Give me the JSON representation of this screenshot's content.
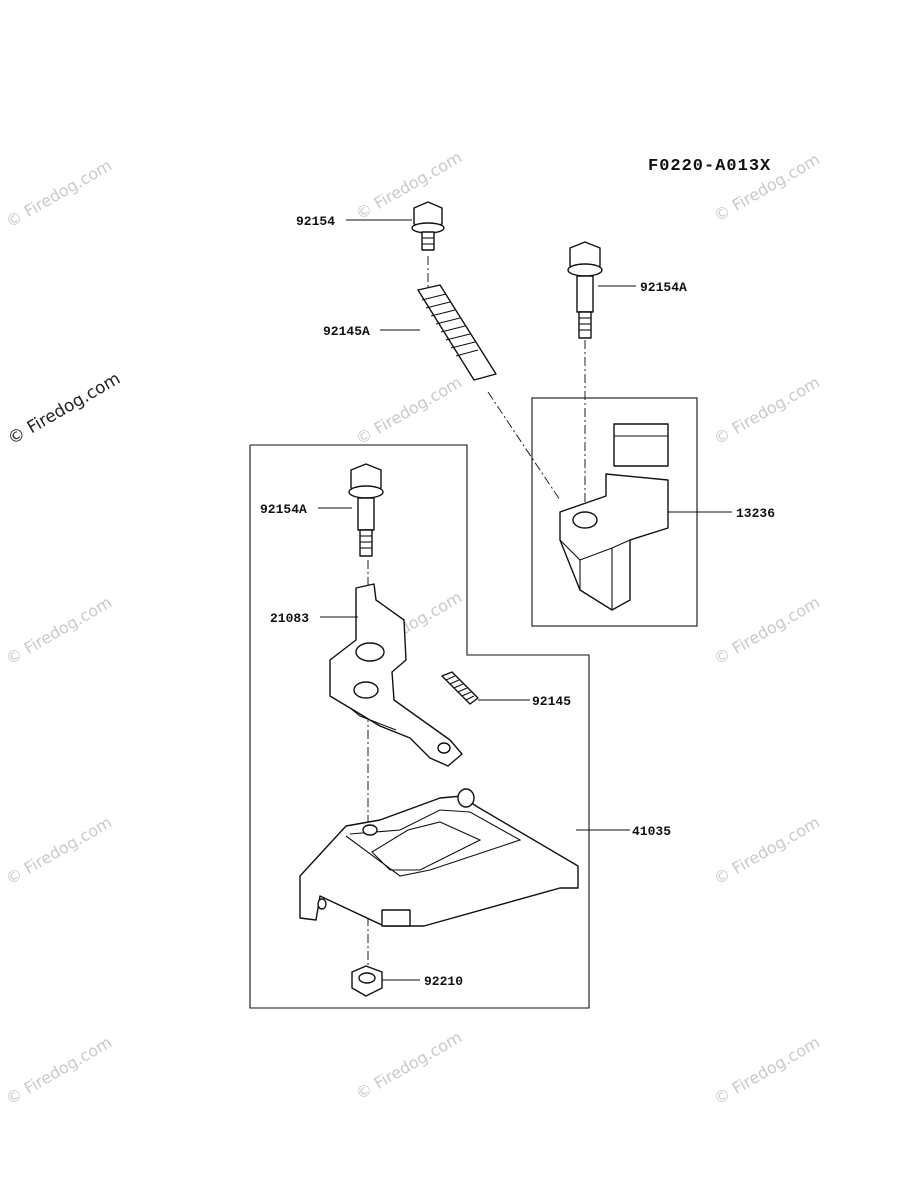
{
  "diagram_code": "F0220-A013X",
  "watermark": "© Firedog.com",
  "callouts": {
    "bolt_top": "92154",
    "spring_upper": "92145A",
    "bolt_right": "92154A",
    "bracket_right": "13236",
    "bolt_left": "92154A",
    "lever": "21083",
    "spring_lower": "92145",
    "base_plate": "41035",
    "nut": "92210"
  }
}
